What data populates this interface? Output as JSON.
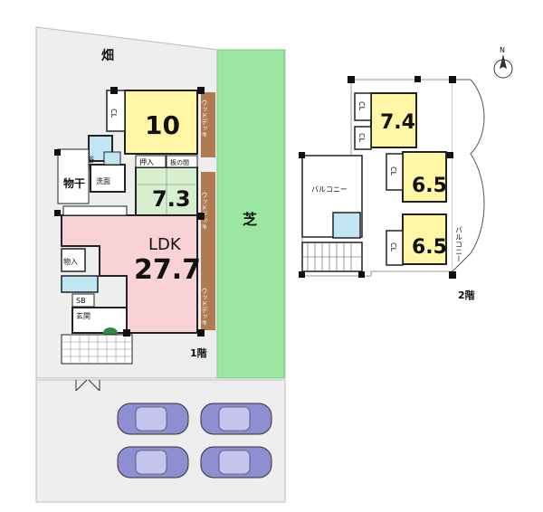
{
  "site": {
    "field_label": "畑",
    "lawn_label": "芝",
    "north_label": "N"
  },
  "floor1": {
    "floor_label": "1階",
    "rooms": {
      "room10": {
        "cl": "CL",
        "size": "10"
      },
      "japanese": {
        "size": "7.3",
        "oshiire": "押入",
        "itanoma": "板の間"
      },
      "ldk": {
        "name": "LDK",
        "size": "27.7"
      },
      "bath": "浴室",
      "washroom": "洗面",
      "monohoshi": "物干",
      "storage": "物入",
      "shoebox": "SB",
      "entrance": "玄関"
    },
    "deck_label": "ウッドデッキ"
  },
  "floor2": {
    "floor_label": "2階",
    "rooms": {
      "room74": {
        "size": "7.4",
        "cl1": "CL",
        "cl2": "CL"
      },
      "room65a": {
        "size": "6.5",
        "cl": "CL"
      },
      "room65b": {
        "size": "6.5",
        "cl": "CL"
      }
    },
    "balcony_left": "バルコニー",
    "balcony_right": "バルコニー"
  },
  "colors": {
    "room_yellow": "#fff7a6",
    "japanese_green": "#d8efcf",
    "ldk_pink": "#f9d2d6",
    "lawn_green": "#9be6a1",
    "deck_brown": "#b07a52",
    "bath_blue": "#bfe6f2",
    "site_gray": "#eeeeee",
    "car_purple": "#8e8ed3"
  }
}
